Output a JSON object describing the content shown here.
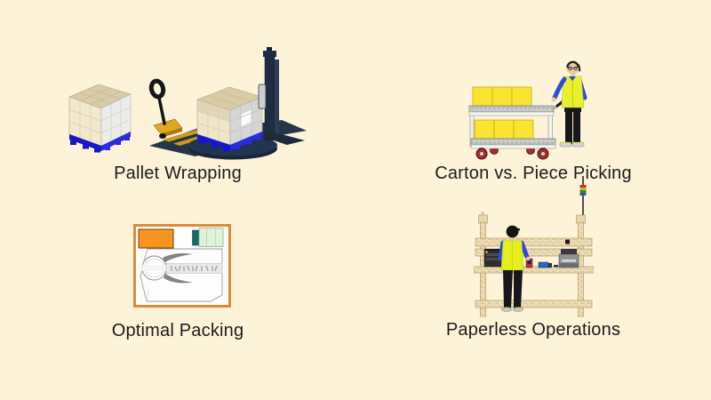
{
  "slide": {
    "background_color": "#FCF3D8",
    "text_color": "#1C1C1C"
  },
  "sections": [
    {
      "id": "pallet-wrapping",
      "label": "Pallet Wrapping",
      "illustration": "pallet-wrapping-illustration"
    },
    {
      "id": "carton-vs-piece-picking",
      "label": "Carton vs. Piece Picking",
      "illustration": "picking-cart-illustration"
    },
    {
      "id": "optimal-packing",
      "label": "Optimal Packing",
      "illustration": "optimal-packing-illustration"
    },
    {
      "id": "paperless-operations",
      "label": "Paperless Operations",
      "illustration": "paperless-workbench-illustration"
    }
  ],
  "colors": {
    "background": "#FCF3D8",
    "pallet_blue": "#1A1ACC",
    "carton_yellow": "#F8E431",
    "safety_vest_yellow": "#E9F12F",
    "sleeve_blue": "#2B4BDC",
    "frame_orange": "#DE8A3C",
    "machine_dark_navy": "#24344A",
    "wood_tan": "#EBDDB6",
    "caster_red": "#A32C2C"
  }
}
